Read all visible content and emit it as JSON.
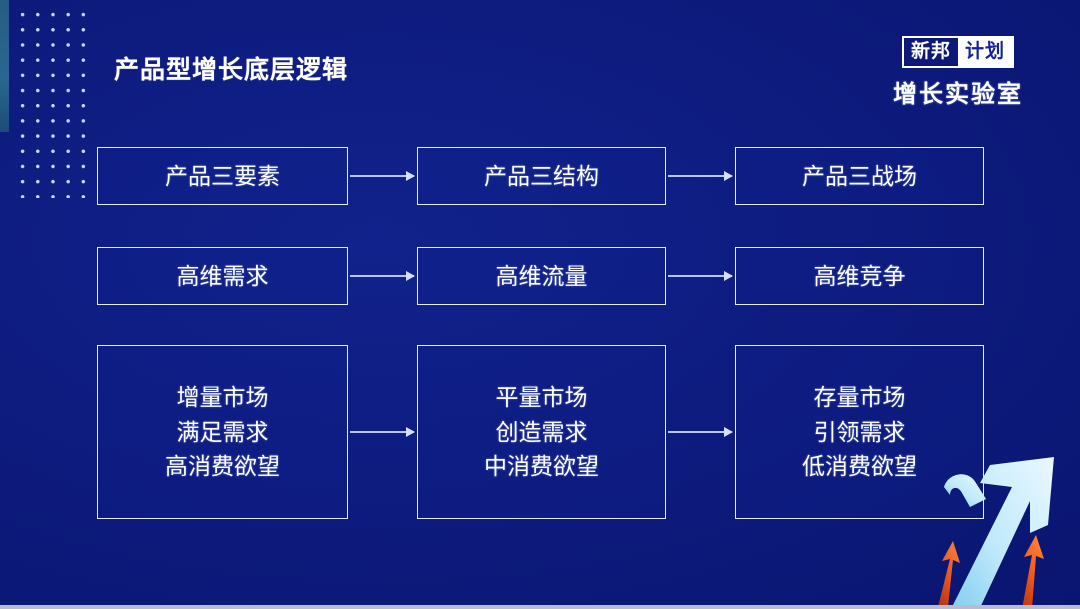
{
  "slide": {
    "title": "产品型增长底层逻辑",
    "background_color": "#0e1c80",
    "accent_color": "#2b6a93"
  },
  "brand": {
    "badge_left": "新邦",
    "badge_right": "计划",
    "subtitle": "增长实验室",
    "badge_left_color": "#ffffff",
    "badge_right_bg": "#ffffff",
    "badge_right_color": "#14239a"
  },
  "diagram": {
    "rows": [
      {
        "id": "row-1",
        "nodes": [
          {
            "label": "产品三要素"
          },
          {
            "label": "产品三结构"
          },
          {
            "label": "产品三战场"
          }
        ]
      },
      {
        "id": "row-2",
        "nodes": [
          {
            "label": "高维需求"
          },
          {
            "label": "高维流量"
          },
          {
            "label": "高维竞争"
          }
        ]
      },
      {
        "id": "row-3",
        "nodes": [
          {
            "line1": "增量市场",
            "line2": "满足需求",
            "line3": "高消费欲望"
          },
          {
            "line1": "平量市场",
            "line2": "创造需求",
            "line3": "中消费欲望"
          },
          {
            "line1": "存量市场",
            "line2": "引领需求",
            "line3": "低消费欲望"
          }
        ]
      }
    ],
    "connector_color": "#b9c6f2",
    "node_border_color": "#e6ebff"
  },
  "decoration": {
    "dot_grid_color": "#e1e8ff",
    "main_arrow_color": "#a9dcf7",
    "small_arrow_color": "#e8501f"
  }
}
